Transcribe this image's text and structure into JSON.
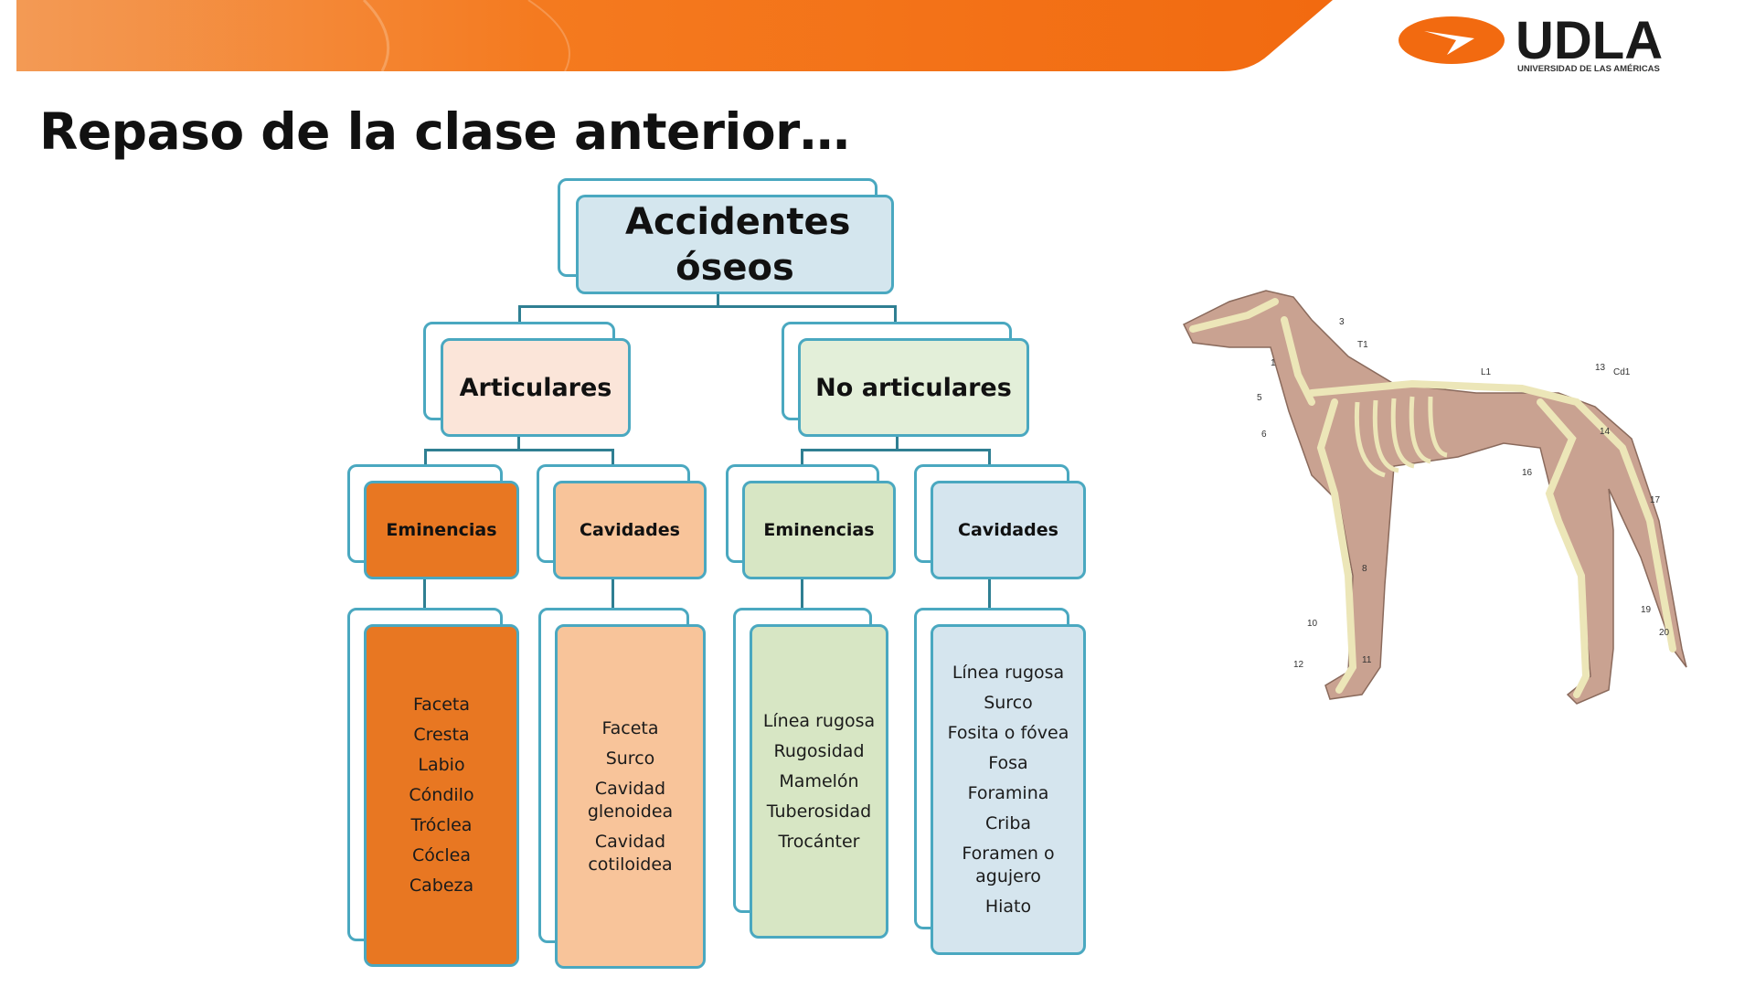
{
  "header": {
    "logo_text": "UDLA",
    "logo_subtitle": "UNIVERSIDAD DE LAS AMÉRICAS",
    "brand_color": "#f26a10"
  },
  "title": "Repaso de la clase anterior…",
  "diagram": {
    "root": "Accidentes óseos",
    "branches": [
      {
        "label": "Articulares",
        "color": "#fbe5d9",
        "children": [
          {
            "label": "Eminencias",
            "color": "#e87722",
            "items": [
              "Faceta",
              "Cresta",
              "Labio",
              "Cóndilo",
              "Tróclea",
              "Cóclea",
              "Cabeza"
            ]
          },
          {
            "label": "Cavidades",
            "color": "#f8c49a",
            "items": [
              "Faceta",
              "Surco",
              "Cavidad glenoidea",
              "Cavidad cotiloidea"
            ]
          }
        ]
      },
      {
        "label": "No articulares",
        "color": "#e3efd9",
        "children": [
          {
            "label": "Eminencias",
            "color": "#d7e6c4",
            "items": [
              "Línea rugosa",
              "Rugosidad",
              "Mamelón",
              "Tuberosidad",
              "Trocánter"
            ]
          },
          {
            "label": "Cavidades",
            "color": "#d5e5ee",
            "items": [
              "Línea rugosa",
              "Surco",
              "Fosita o fóvea",
              "Fosa",
              "Foramina",
              "Criba",
              "Foramen o agujero",
              "Hiato"
            ]
          }
        ]
      }
    ]
  },
  "dog_figure": {
    "labels": [
      "1",
      "3",
      "T1",
      "L1",
      "13",
      "Cd1",
      "5",
      "6",
      "14",
      "16",
      "17",
      "8",
      "19",
      "20",
      "10",
      "11",
      "12"
    ]
  }
}
